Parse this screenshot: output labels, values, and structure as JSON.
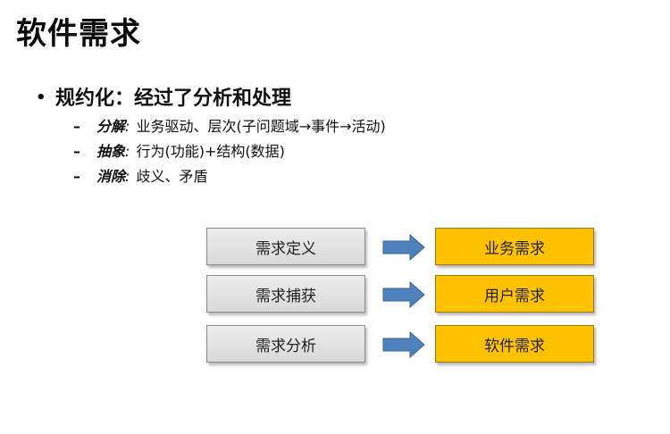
{
  "slide": {
    "title": "软件需求",
    "main_bullet": {
      "symbol": "•",
      "text": "规约化：经过了分析和处理"
    },
    "sub_bullets": [
      {
        "dash": "–",
        "term": "分解",
        "colon": ":",
        "text": "业务驱动、层次(子问题域→事件→活动)"
      },
      {
        "dash": "–",
        "term": "抽象",
        "colon": ":",
        "text": "行为(功能)+结构(数据)"
      },
      {
        "dash": "–",
        "term": "消除",
        "colon": ":",
        "text": "歧义、矛盾"
      }
    ],
    "flow_rows": [
      {
        "left": "需求定义",
        "right": "业务需求"
      },
      {
        "left": "需求捕获",
        "right": "用户需求"
      },
      {
        "left": "需求分析",
        "right": "软件需求"
      }
    ],
    "colors": {
      "gold": "#fec200",
      "arrow_blue": "#4f81bd",
      "box_gray": "#dddddd"
    }
  }
}
